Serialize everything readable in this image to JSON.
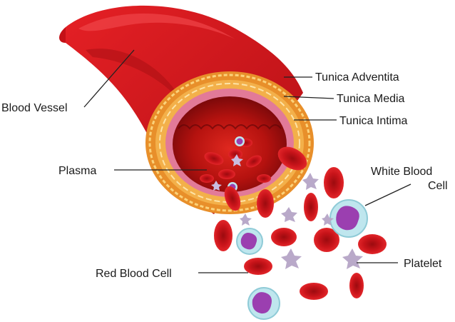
{
  "labels": {
    "blood_vessel": "Blood Vessel",
    "tunica_adventita": "Tunica Adventita",
    "tunica_media": "Tunica Media",
    "tunica_intima": "Tunica Intima",
    "plasma": "Plasma",
    "white_blood_cell_line1": "White Blood",
    "white_blood_cell_line2": "Cell",
    "red_blood_cell": "Red Blood Cell",
    "platelet": "Platelet"
  },
  "colors": {
    "vessel_red": "#d9141b",
    "vessel_dark": "#a30d12",
    "vessel_highlight": "#ee3a3a",
    "wall_orange": "#f0962e",
    "wall_yellow": "#f7c86a",
    "intima_pink": "#e57a9a",
    "lumen_dark": "#7a0a0c",
    "rbc_red": "#d8161c",
    "rbc_center": "#a60d10",
    "wbc_ring": "#bfe6ee",
    "wbc_nucleus": "#9b3fb0",
    "platelet": "#b9a9c9"
  }
}
